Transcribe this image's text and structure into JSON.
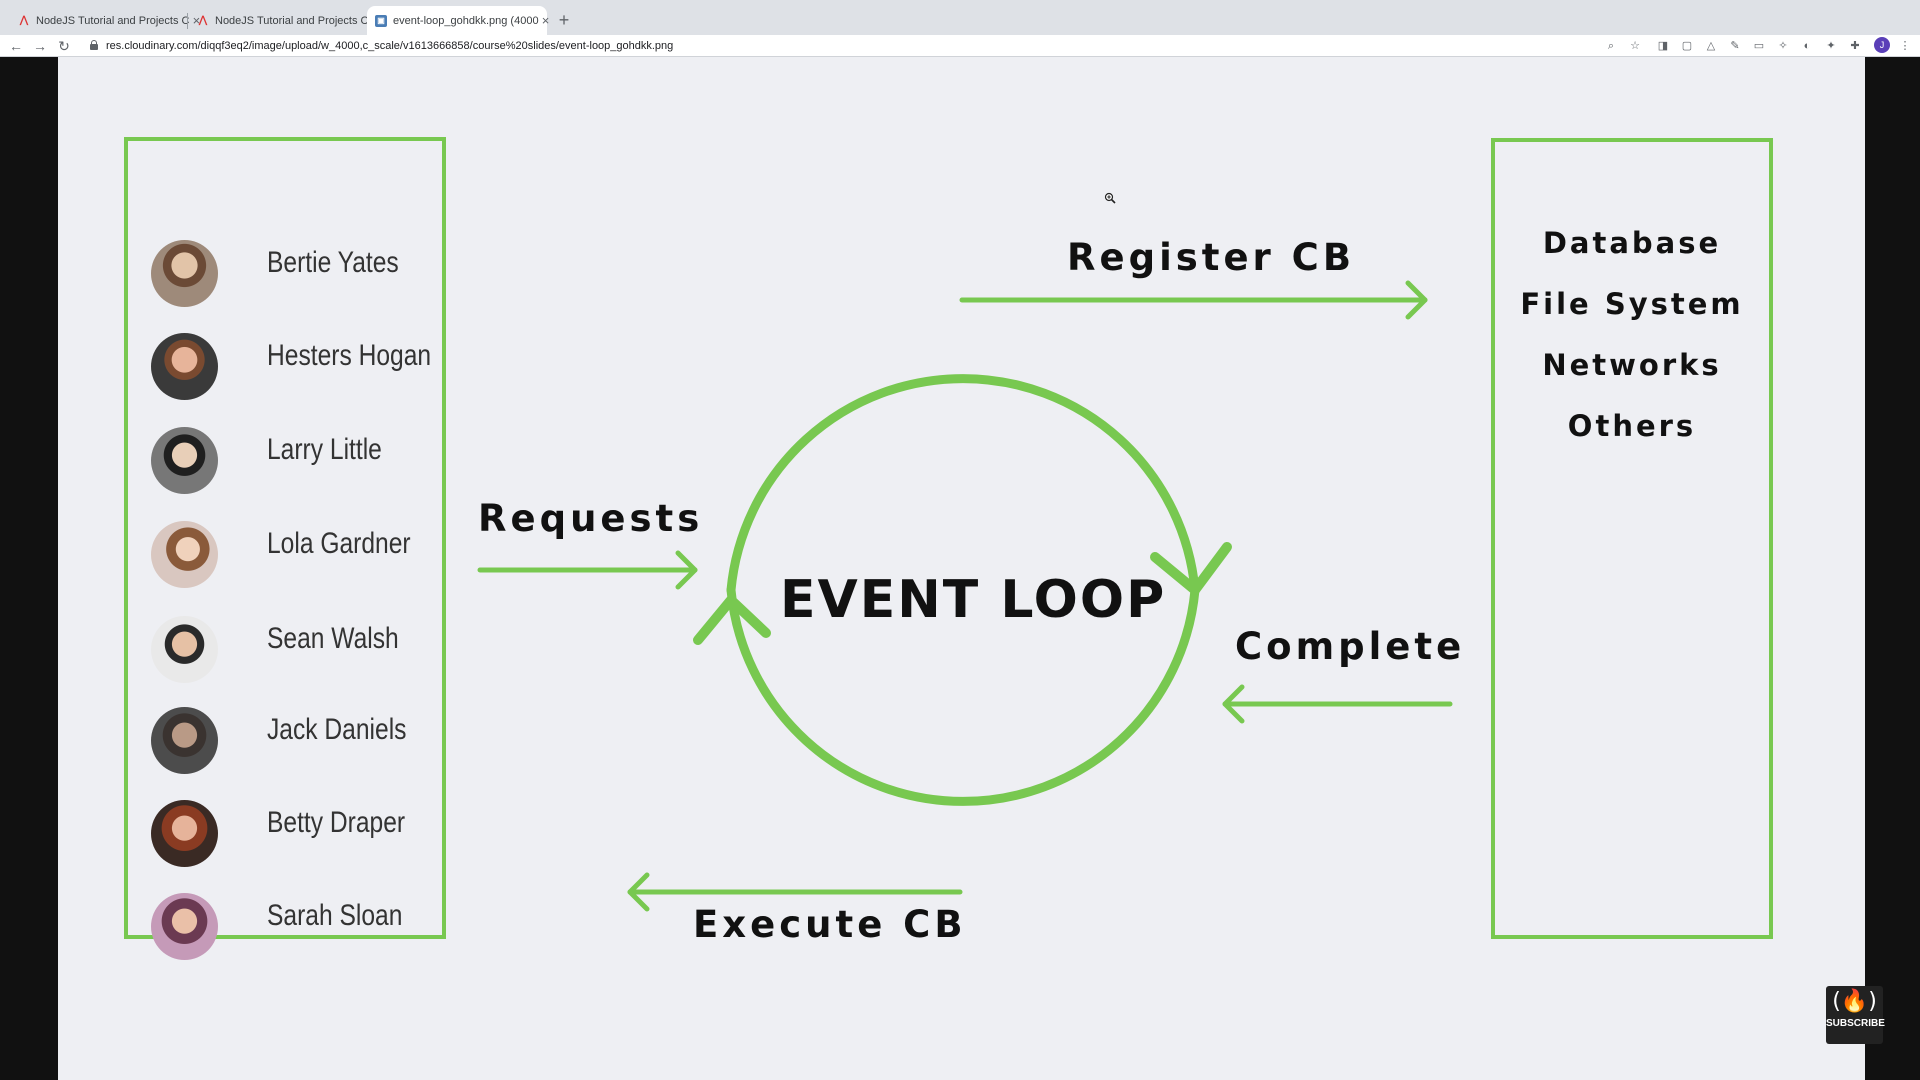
{
  "browser": {
    "tabs": [
      {
        "title": "NodeJS Tutorial and Projects C",
        "favicon": "n-logo-icon"
      },
      {
        "title": "NodeJS Tutorial and Projects C",
        "favicon": "n-logo-icon"
      },
      {
        "title": "event-loop_gohdkk.png (4000",
        "favicon": "image-icon"
      }
    ],
    "new_tab": "+",
    "url": "res.cloudinary.com/diqqf3eq2/image/upload/w_4000,c_scale/v1613666858/course%20slides/event-loop_gohdkk.png",
    "profile_initial": "J"
  },
  "slide": {
    "people": [
      "Bertie Yates",
      "Hesters Hogan",
      "Larry Little",
      "Lola Gardner",
      "Sean Walsh",
      "Jack Daniels",
      "Betty Draper",
      "Sarah Sloan"
    ],
    "resources": [
      "Database",
      "File System",
      "Networks",
      "Others"
    ],
    "labels": {
      "register": "Register CB",
      "requests": "Requests",
      "complete": "Complete",
      "execute": "Execute CB",
      "event_loop": "EVENT LOOP"
    },
    "accent_color": "#78c850"
  },
  "overlay": {
    "subscribe_label": "SUBSCRIBE",
    "logo_glyph": "(🔥)"
  }
}
